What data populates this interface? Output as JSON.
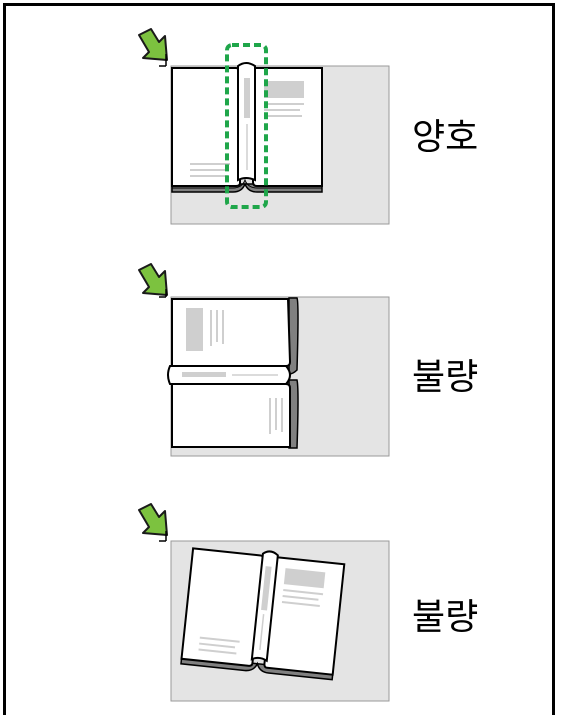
{
  "panels": [
    {
      "label": "양호",
      "status": "good"
    },
    {
      "label": "불량",
      "status": "bad"
    },
    {
      "label": "불량",
      "status": "bad"
    }
  ],
  "colors": {
    "arrow_fill": "#7cc23f",
    "arrow_stroke": "#1a1a1a",
    "glass": "#e4e4e4",
    "highlight": "#1fa64a",
    "page_text": "#cfcfcf"
  },
  "icons": [
    "placement-arrow-icon",
    "book-icon",
    "highlight-box-icon"
  ]
}
